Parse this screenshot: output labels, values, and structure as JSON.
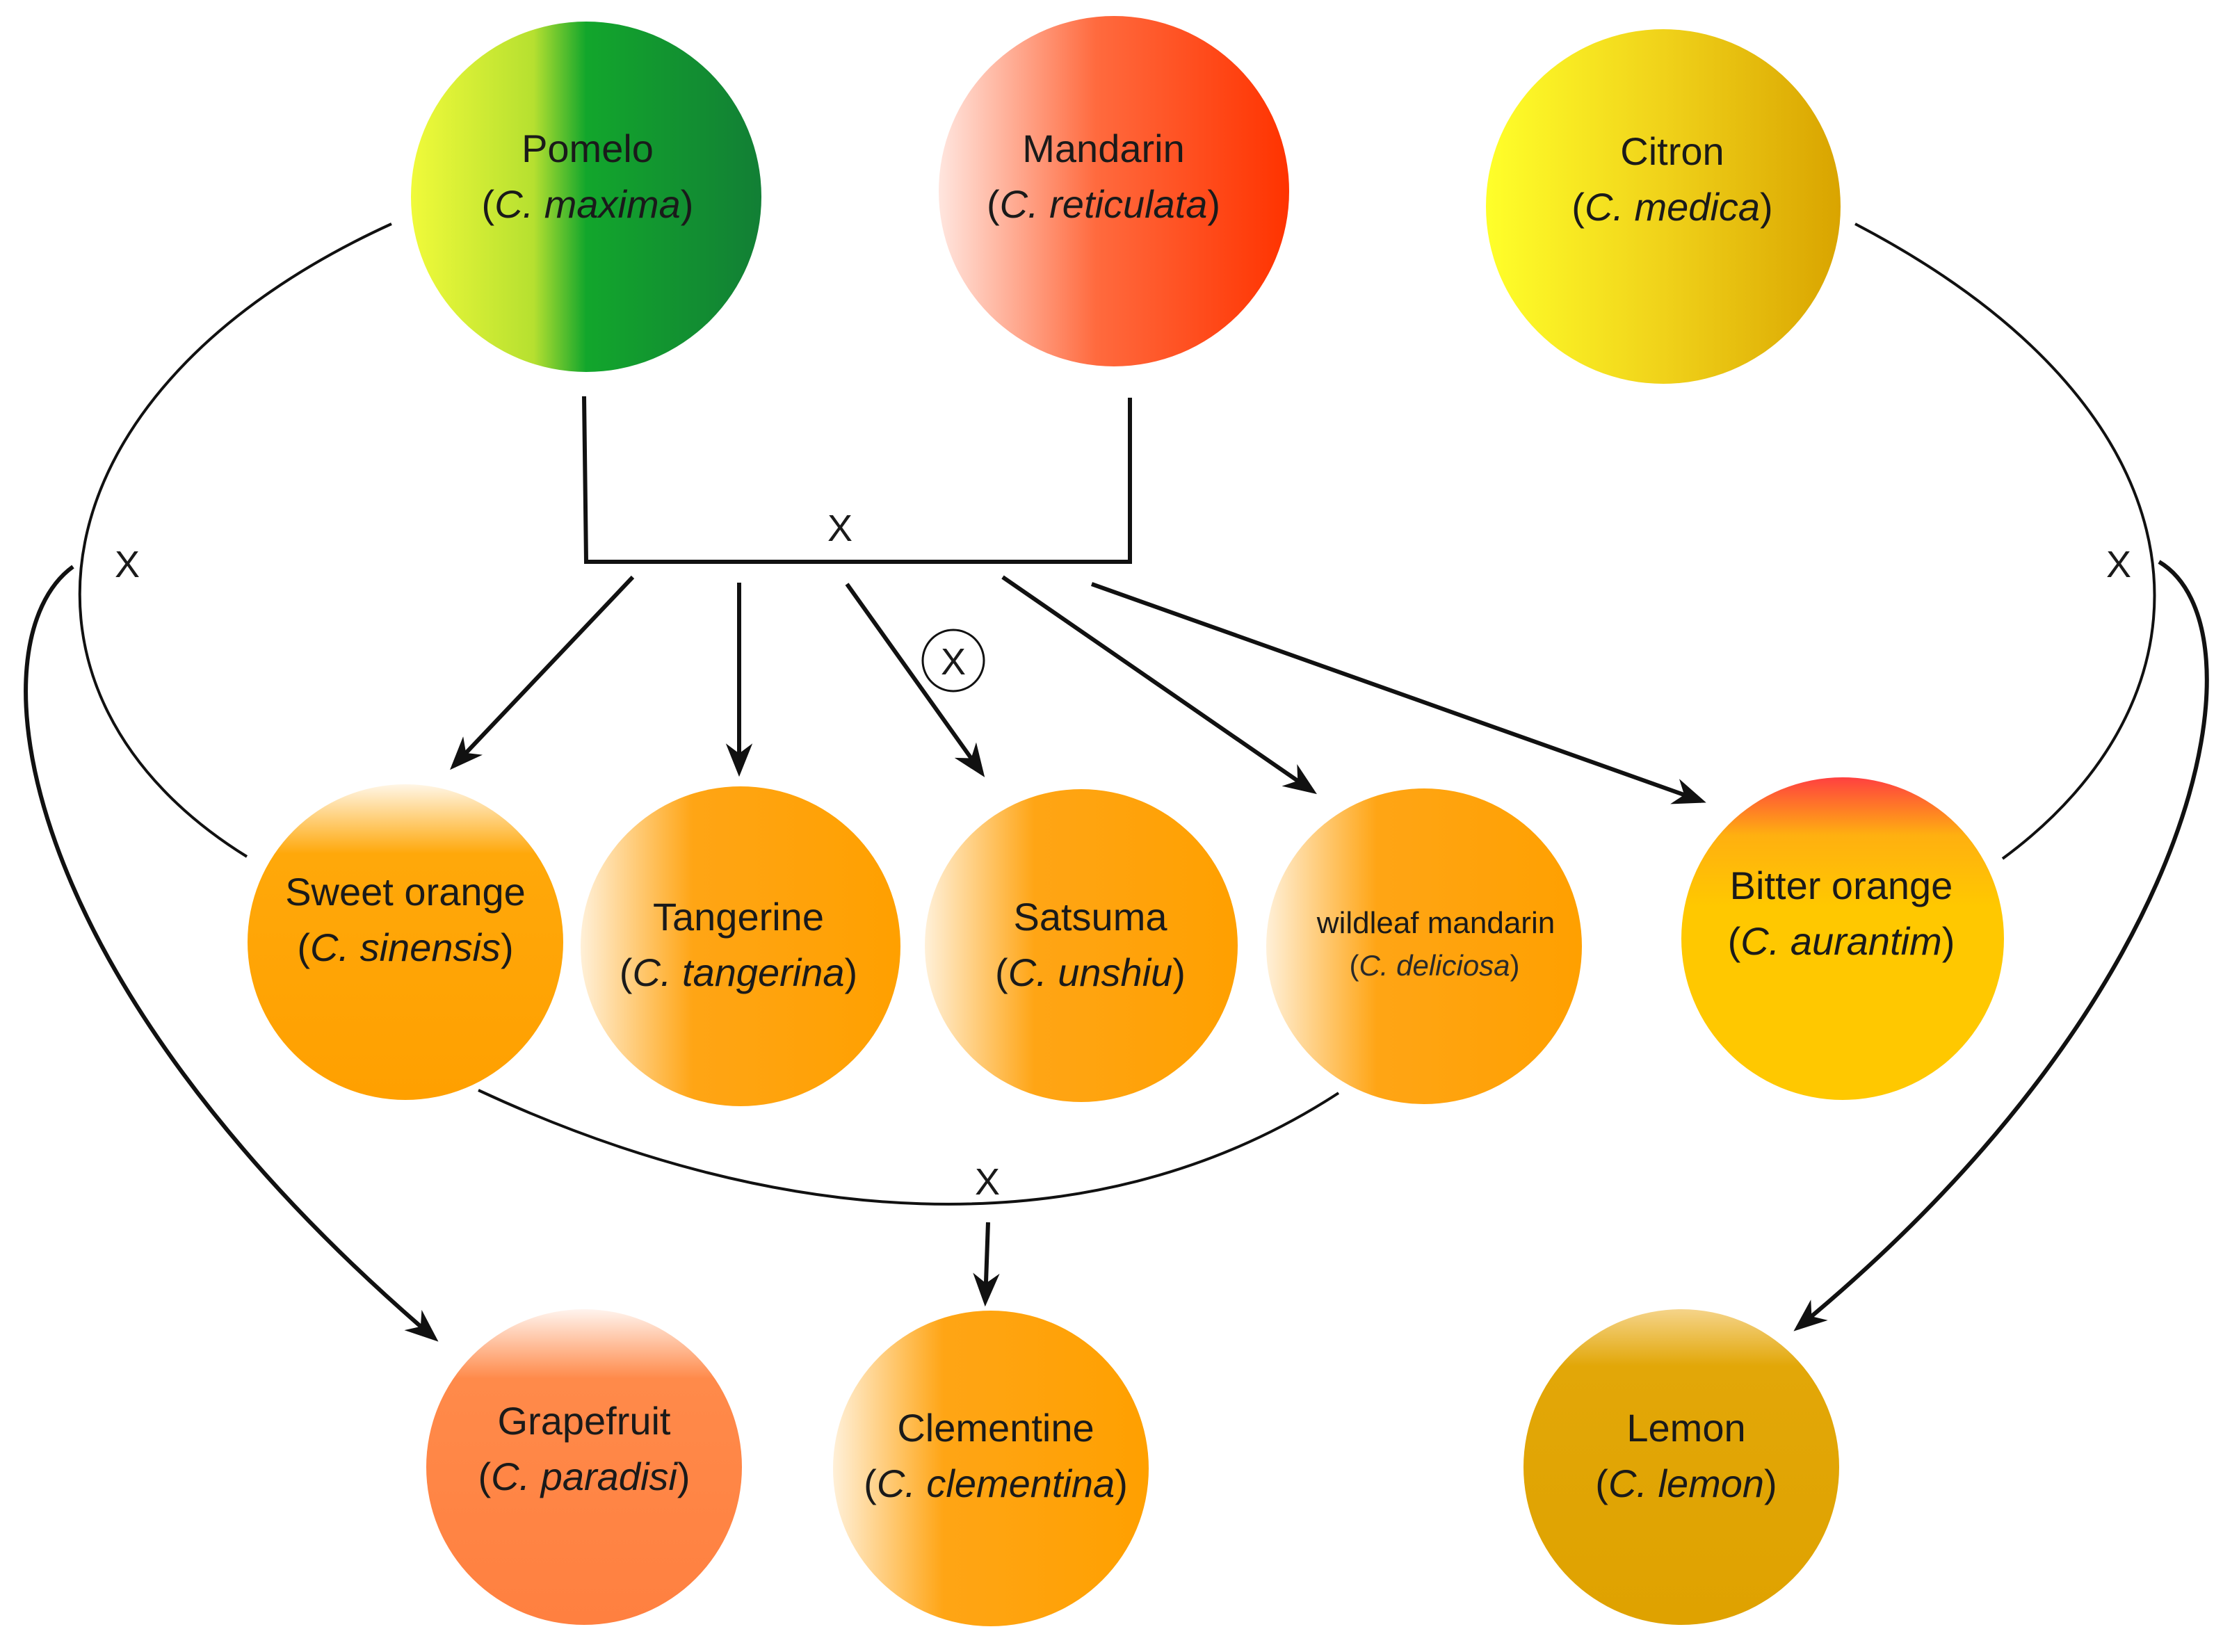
{
  "nodes": {
    "pomelo": {
      "name": "Pomelo",
      "sci_prefix": "C.",
      "sci_epithet": "maxima"
    },
    "mandarin": {
      "name": "Mandarin",
      "sci_prefix": "C.",
      "sci_epithet": "reticulata"
    },
    "citron": {
      "name": "Citron",
      "sci_prefix": "C.",
      "sci_epithet": "medica"
    },
    "sweet_orange": {
      "name": "Sweet orange",
      "sci_prefix": "C.",
      "sci_epithet": "sinensis"
    },
    "tangerine": {
      "name": "Tangerine",
      "sci_prefix": "C.",
      "sci_epithet": "tangerina"
    },
    "satsuma": {
      "name": "Satsuma",
      "sci_prefix": "C.",
      "sci_epithet": "unshiu"
    },
    "wildleaf_mandarin": {
      "name": "wildleaf mandarin",
      "sci_prefix": "C.",
      "sci_epithet": "deliciosa"
    },
    "bitter_orange": {
      "name": "Bitter orange",
      "sci_prefix": "C.",
      "sci_epithet": "aurantim"
    },
    "grapefruit": {
      "name": "Grapefruit",
      "sci_prefix": "C.",
      "sci_epithet": "paradisi"
    },
    "clementine": {
      "name": "Clementine",
      "sci_prefix": "C.",
      "sci_epithet": "clementina"
    },
    "lemon": {
      "name": "Lemon",
      "sci_prefix": "C.",
      "sci_epithet": "lemon"
    }
  },
  "cross_symbols": {
    "pomelo_mandarin": "X",
    "pomelo_sweet_orange": "X",
    "citron_bitter_orange": "X",
    "satsuma_marker": "X",
    "sweet_orange_wildleaf": "X"
  },
  "colors": {
    "pomelo": [
      "#e8f53a",
      "#0fa32a",
      "#118a36"
    ],
    "mandarin": [
      "#ffd9cf",
      "#ff5a2a",
      "#ff3a00"
    ],
    "citron": [
      "#ffff30",
      "#f2d81a",
      "#deaa00"
    ],
    "orange": "#ffa000",
    "bitter_orange": "#ffc800",
    "grapefruit": "#ff8040",
    "lemon": "#e0a400"
  }
}
